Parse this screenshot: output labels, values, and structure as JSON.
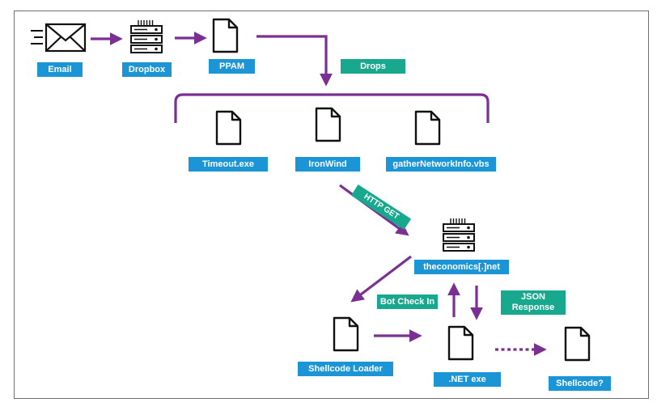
{
  "nodes": {
    "email": "Email",
    "dropbox": "Dropbox",
    "ppam": "PPAM",
    "timeout": "Timeout.exe",
    "ironwind": "IronWind",
    "gather": "gatherNetworkInfo.vbs",
    "server": "theconomics[.]net",
    "loader": "Shellcode Loader",
    "netexe": ".NET exe",
    "shellcode": "Shellcode?"
  },
  "edges": {
    "drops": "Drops",
    "http_get": "HTTP GET",
    "bot_check_in": "Bot Check In",
    "json_line1": "JSON",
    "json_line2": "Response"
  },
  "colors": {
    "arrow": "#7a2f92",
    "label_blue": "#1b95d6",
    "label_teal": "#17a88d"
  },
  "icons": [
    "envelope-icon",
    "server-icon",
    "document-icon"
  ]
}
